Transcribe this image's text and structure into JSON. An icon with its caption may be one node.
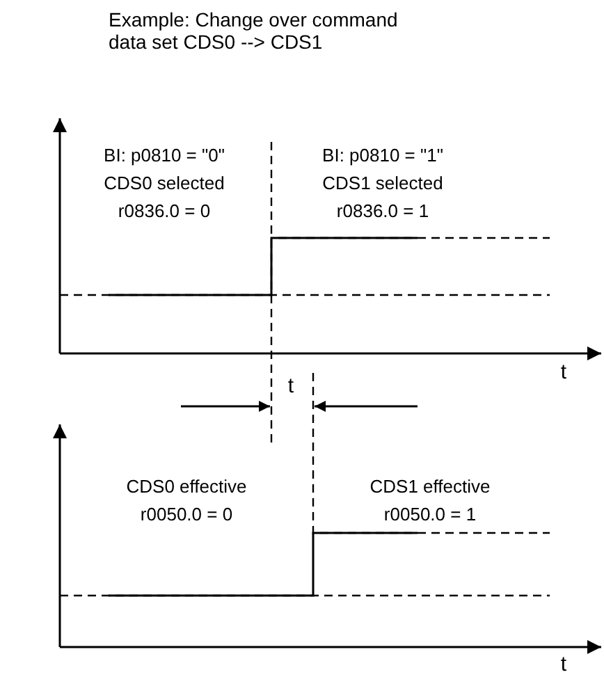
{
  "diagram": {
    "title": "Example: Change over command data set CDS0 --> CDS1",
    "labels": [
      "BI: p0810 = \"0\" CDS0 selected r0836.0 = 0",
      "BI: p0810 = \"1\" CDS1 selected r0836.0 = 1",
      "t",
      "t",
      "CDS0 effective r0050.0 = 0",
      "CDS1 effective r0050.0 = 1",
      "t"
    ]
  }
}
